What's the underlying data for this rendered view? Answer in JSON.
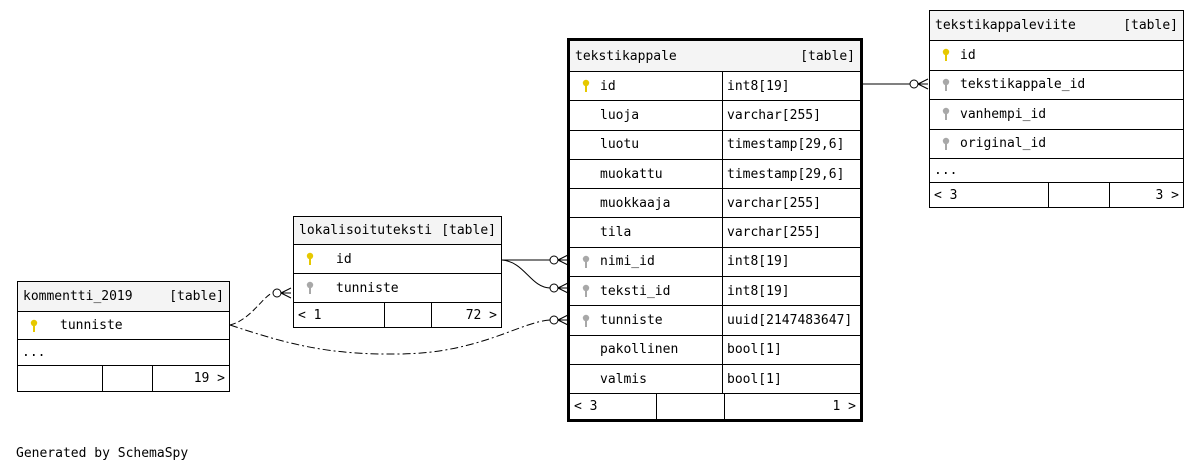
{
  "footer_text": "Generated by SchemaSpy",
  "colors": {
    "primary_key": "#e6c800",
    "foreign_key": "#a8a8a8",
    "header_bg": "#f4f4f4"
  },
  "tables": {
    "tekstikappale": {
      "name": "tekstikappale",
      "tag": "[table]",
      "columns": [
        {
          "name": "id",
          "type": "int8[19]",
          "key": "pk"
        },
        {
          "name": "luoja",
          "type": "varchar[255]",
          "key": ""
        },
        {
          "name": "luotu",
          "type": "timestamp[29,6]",
          "key": ""
        },
        {
          "name": "muokattu",
          "type": "timestamp[29,6]",
          "key": ""
        },
        {
          "name": "muokkaaja",
          "type": "varchar[255]",
          "key": ""
        },
        {
          "name": "tila",
          "type": "varchar[255]",
          "key": ""
        },
        {
          "name": "nimi_id",
          "type": "int8[19]",
          "key": "fk"
        },
        {
          "name": "teksti_id",
          "type": "int8[19]",
          "key": "fk"
        },
        {
          "name": "tunniste",
          "type": "uuid[2147483647]",
          "key": "fk"
        },
        {
          "name": "pakollinen",
          "type": "bool[1]",
          "key": ""
        },
        {
          "name": "valmis",
          "type": "bool[1]",
          "key": ""
        }
      ],
      "footer_left": "< 3",
      "footer_right": "1 >"
    },
    "tekstikappaleviite": {
      "name": "tekstikappaleviite",
      "tag": "[table]",
      "columns": [
        {
          "name": "id",
          "key": "pk"
        },
        {
          "name": "tekstikappale_id",
          "key": "fk"
        },
        {
          "name": "vanhempi_id",
          "key": "fk"
        },
        {
          "name": "original_id",
          "key": "fk"
        }
      ],
      "ellipsis": "...",
      "footer_left": "< 3",
      "footer_right": "3 >"
    },
    "lokalisoituteksti": {
      "name": "lokalisoituteksti",
      "tag": "[table]",
      "columns": [
        {
          "name": "id",
          "key": "pk"
        },
        {
          "name": "tunniste",
          "key": "fk"
        }
      ],
      "footer_left": "< 1",
      "footer_right": "72 >"
    },
    "kommentti_2019": {
      "name": "kommentti_2019",
      "tag": "[table]",
      "columns": [
        {
          "name": "tunniste",
          "key": "pk"
        }
      ],
      "ellipsis": "...",
      "footer_left": "",
      "footer_right": "19 >"
    }
  }
}
